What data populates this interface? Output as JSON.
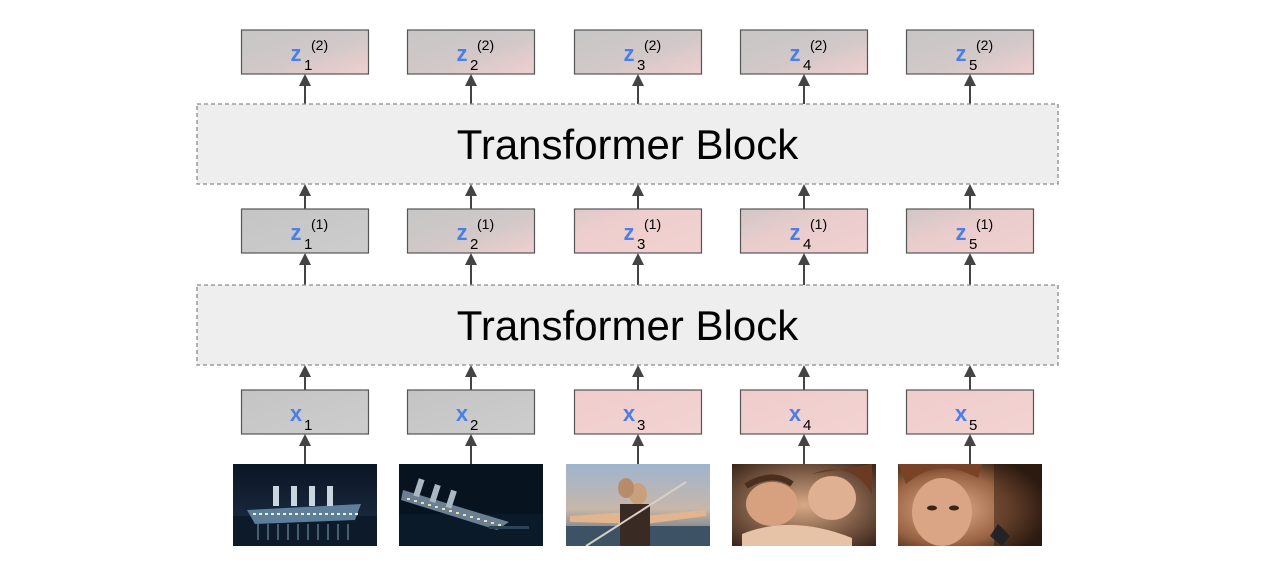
{
  "colors": {
    "token_letter": "#4a7ee8",
    "neutral_fill": "#c8c8c8",
    "pink_fill": "#f1cfcf",
    "block_fill": "#eeeeee",
    "arrow": "#444444"
  },
  "blocks": [
    {
      "label": "Transformer Block"
    },
    {
      "label": "Transformer Block"
    }
  ],
  "rows": [
    {
      "id": "input",
      "tokens": [
        {
          "letter": "x",
          "subscript": "1",
          "superscript": "",
          "fill": "neutral"
        },
        {
          "letter": "x",
          "subscript": "2",
          "superscript": "",
          "fill": "neutral"
        },
        {
          "letter": "x",
          "subscript": "3",
          "superscript": "",
          "fill": "pink"
        },
        {
          "letter": "x",
          "subscript": "4",
          "superscript": "",
          "fill": "pink"
        },
        {
          "letter": "x",
          "subscript": "5",
          "superscript": "",
          "fill": "pink"
        }
      ]
    },
    {
      "id": "hidden1",
      "tokens": [
        {
          "letter": "z",
          "subscript": "1",
          "superscript": "(1)",
          "fill": "neutral"
        },
        {
          "letter": "z",
          "subscript": "2",
          "superscript": "(1)",
          "fill": "mixed"
        },
        {
          "letter": "z",
          "subscript": "3",
          "superscript": "(1)",
          "fill": "mostly-pink"
        },
        {
          "letter": "z",
          "subscript": "4",
          "superscript": "(1)",
          "fill": "mixed-pink"
        },
        {
          "letter": "z",
          "subscript": "5",
          "superscript": "(1)",
          "fill": "mixed-pink"
        }
      ]
    },
    {
      "id": "hidden2",
      "tokens": [
        {
          "letter": "z",
          "subscript": "1",
          "superscript": "(2)",
          "fill": "mixed"
        },
        {
          "letter": "z",
          "subscript": "2",
          "superscript": "(2)",
          "fill": "mixed"
        },
        {
          "letter": "z",
          "subscript": "3",
          "superscript": "(2)",
          "fill": "mixed"
        },
        {
          "letter": "z",
          "subscript": "4",
          "superscript": "(2)",
          "fill": "mixed"
        },
        {
          "letter": "z",
          "subscript": "5",
          "superscript": "(2)",
          "fill": "mixed"
        }
      ]
    }
  ],
  "frames": [
    {
      "scene": "ship-night"
    },
    {
      "scene": "ship-sinking"
    },
    {
      "scene": "bow-embrace"
    },
    {
      "scene": "couple-closeup"
    },
    {
      "scene": "portrait"
    }
  ]
}
